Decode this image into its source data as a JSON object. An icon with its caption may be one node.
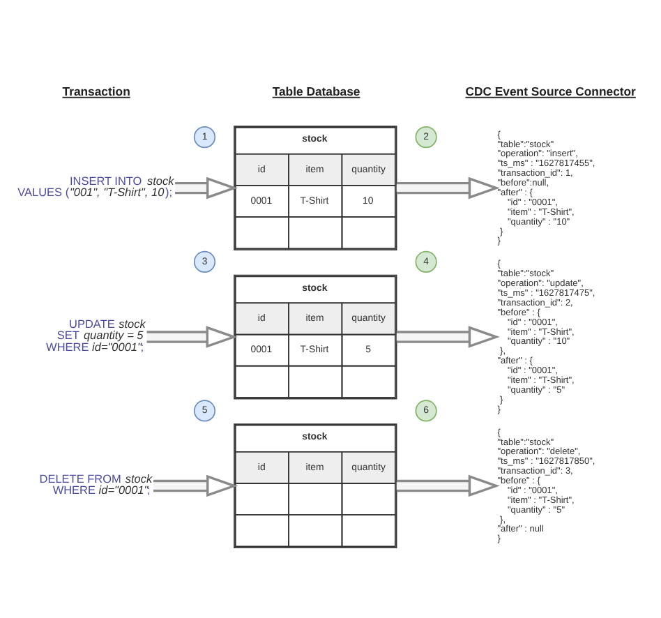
{
  "diagram": {
    "nodes": [
      {
        "text": [
          "1"
        ]
      },
      {
        "text": [
          "INSERT INTO *stock* VALUES (*\"001\", \"T-Shirt\", 10*);"
        ]
      },
      {
        "text": [
          "stock",
          "id",
          "item",
          "quantity",
          "0001",
          "T-Shirt",
          "10"
        ]
      },
      {
        "text": [
          "2"
        ]
      },
      {
        "text": [
          "{ \"table\":\"stock\" \"operation\": \"insert\", \"ts_ms\" : \"1627817455\", \"transaction_id\": 1, \"before\":null, \"after\" : { \"id\" : \"0001\", \"item\" : \"T-Shirt\", \"quantity\" : \"10\" } }"
        ]
      },
      {
        "text": [
          "3"
        ]
      },
      {
        "text": [
          "UPDATE *stock* SET *quantity = 5* WHERE *id=\"0001\"*;"
        ]
      },
      {
        "text": [
          "stock",
          "id",
          "item",
          "quantity",
          "0001",
          "T-Shirt",
          "5"
        ]
      },
      {
        "text": [
          "4"
        ]
      },
      {
        "text": [
          "{ \"table\":\"stock\" \"operation\": \"update\", \"ts_ms\" : \"1627817475\", \"transaction_id\": 2, \"before\" : { \"id\" : \"0001\", \"item\" : \"T-Shirt\", \"quantity\" : \"10\" }, \"after\" : { \"id\" : \"0001\", \"item\" : \"T-Shirt\", \"quantity\" : \"5\" } }"
        ]
      },
      {
        "text": [
          "5"
        ]
      },
      {
        "text": [
          "DELETE FROM *stock* WHERE *id=\"0001\"*;"
        ]
      },
      {
        "text": [
          "stock",
          "id",
          "item",
          "quantity"
        ]
      },
      {
        "text": [
          "6"
        ]
      },
      {
        "text": [
          "{ \"table\":\"stock\" \"operation\": \"delete\", \"ts_ms\" : \"1627817850\", \"transaction_id\": 3, \"before\" : { \"id\" : \"0001\", \"item\" : \"T-Shirt\", \"quantity\" : \"5\" }, \"after\" : null }"
        ]
      }
    ],
    "edges": [
      {
        "from": 1,
        "to": 2,
        "arrow": "to"
      },
      {
        "from": 2,
        "to": 4,
        "arrow": "to"
      },
      {
        "from": 6,
        "to": 7,
        "arrow": "to"
      },
      {
        "from": 7,
        "to": 9,
        "arrow": "to"
      },
      {
        "from": 11,
        "to": 12,
        "arrow": "to"
      },
      {
        "from": 12,
        "to": 14,
        "arrow": "to"
      }
    ],
    "labels": [
      "Transaction",
      "Table Database",
      "CDC Event Source Connector"
    ]
  }
}
